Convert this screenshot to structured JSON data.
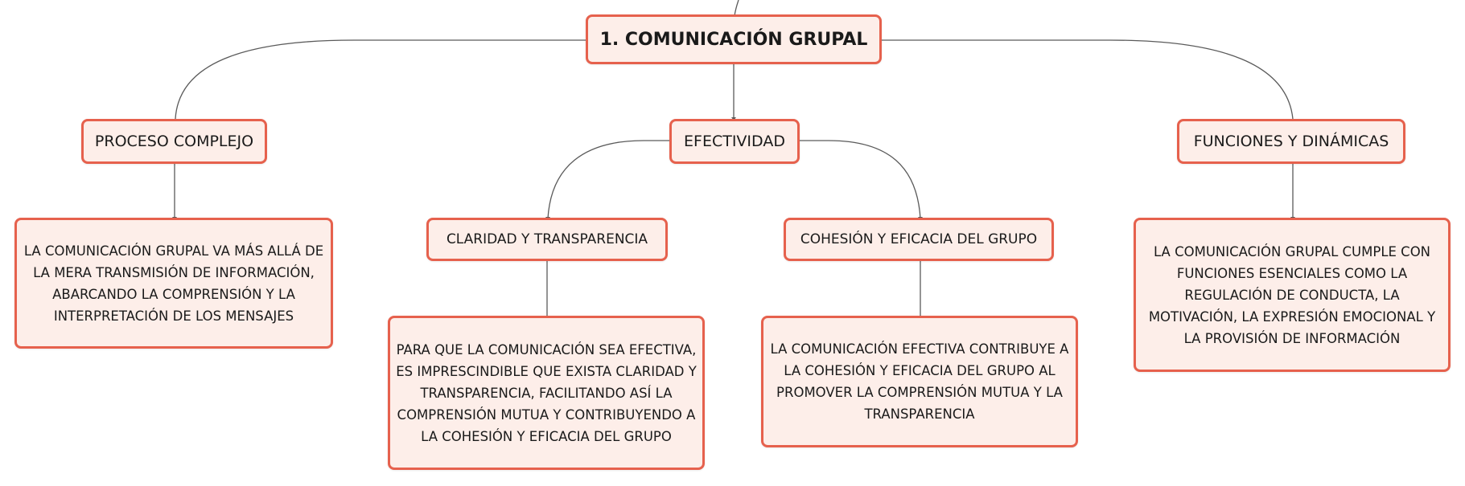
{
  "root": {
    "label": "1. COMUNICACIÓN GRUPAL"
  },
  "branches": {
    "proceso": {
      "label": "PROCESO COMPLEJO",
      "detail": "LA COMUNICACIÓN GRUPAL VA MÁS ALLÁ DE LA MERA TRANSMISIÓN DE INFORMACIÓN, ABARCANDO LA COMPRENSIÓN Y LA INTERPRETACIÓN DE LOS MENSAJES"
    },
    "efectividad": {
      "label": "EFECTIVIDAD",
      "claridad": {
        "label": "CLARIDAD Y TRANSPARENCIA",
        "detail": "PARA QUE LA COMUNICACIÓN SEA EFECTIVA, ES IMPRESCINDIBLE QUE EXISTA CLARIDAD Y TRANSPARENCIA, FACILITANDO ASÍ LA COMPRENSIÓN MUTUA Y CONTRIBUYENDO A LA COHESIÓN Y EFICACIA DEL GRUPO"
      },
      "cohesion": {
        "label": "COHESIÓN Y EFICACIA DEL GRUPO",
        "detail": "LA COMUNICACIÓN EFECTIVA CONTRIBUYE A LA COHESIÓN Y EFICACIA DEL GRUPO AL PROMOVER LA COMPRENSIÓN MUTUA Y LA TRANSPARENCIA"
      }
    },
    "funciones": {
      "label": "FUNCIONES Y DINÁMICAS",
      "detail": "LA COMUNICACIÓN GRUPAL CUMPLE CON FUNCIONES ESENCIALES COMO LA REGULACIÓN DE CONDUCTA, LA MOTIVACIÓN, LA EXPRESIÓN EMOCIONAL Y LA PROVISIÓN DE INFORMACIÓN"
    }
  },
  "colors": {
    "node_fill": "#fdeee9",
    "node_border": "#e6614d",
    "connector": "#5a5a5a"
  }
}
